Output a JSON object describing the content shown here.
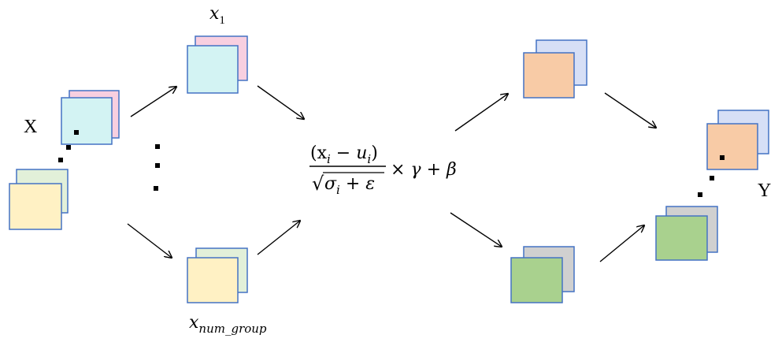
{
  "labels": {
    "input": "X",
    "output": "Y",
    "group_first_base": "x",
    "group_first_sub": "1",
    "group_last_base": "x",
    "group_last_sub": "num_group"
  },
  "formula": {
    "numerator": "(x",
    "numerator_sub": "i",
    "numerator_mid": " − u",
    "numerator_sub2": "i",
    "numerator_end": ")",
    "radical": "√",
    "denominator": "σ",
    "denominator_sub": "i",
    "denominator_end": " + ε",
    "tail": "× γ + β"
  },
  "colors": {
    "stroke": "#4472c4",
    "pink": "#f8cfe0",
    "cyan": "#d3f3f3",
    "light_green": "#e2f0d9",
    "cream": "#fff1c4",
    "lavender": "#d6dff6",
    "peach": "#f8cba6",
    "gray": "#d0d0d0",
    "green": "#a9d18e",
    "dot": "#000000",
    "arrow": "#000000"
  }
}
